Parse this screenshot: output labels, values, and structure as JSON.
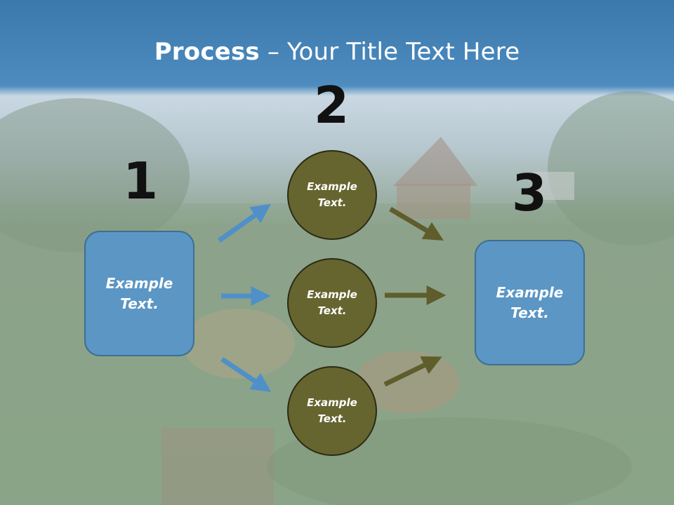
{
  "title": {
    "bold": "Process",
    "rest": " – Your Title Text Here"
  },
  "steps": {
    "one": "1",
    "two": "2",
    "three": "3"
  },
  "left_box": {
    "line1": "Example",
    "line2": "Text."
  },
  "right_box": {
    "line1": "Example",
    "line2": "Text."
  },
  "circles": [
    {
      "line1": "Example",
      "line2": "Text."
    },
    {
      "line1": "Example",
      "line2": "Text."
    },
    {
      "line1": "Example",
      "line2": "Text."
    }
  ],
  "colors": {
    "box_fill": "#5b96c4",
    "circle_fill": "#66652f",
    "blue_arrow": "#4f90c8",
    "olive_arrow": "#5e5d2b",
    "header": "#4a86b8"
  }
}
